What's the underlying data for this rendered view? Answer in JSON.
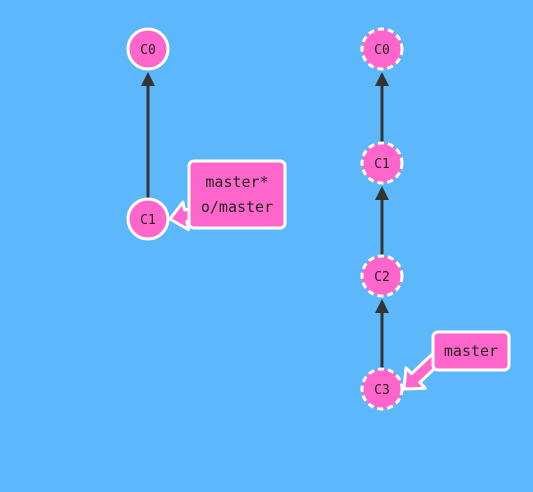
{
  "colors": {
    "background": "#5cb8fb",
    "commit_fill": "#ff66cc",
    "commit_stroke": "#ffffff",
    "edge": "#333333",
    "branch_fill": "#ff66cc",
    "branch_stroke": "#ffffff"
  },
  "local_repo": {
    "commits": [
      {
        "id": "C0",
        "label": "C0",
        "parent": null
      },
      {
        "id": "C1",
        "label": "C1",
        "parent": "C0"
      }
    ],
    "branches": [
      {
        "target": "C1",
        "labels": [
          "master*",
          "o/master"
        ]
      }
    ]
  },
  "remote_repo": {
    "commits": [
      {
        "id": "C0",
        "label": "C0",
        "parent": null,
        "dashed": true
      },
      {
        "id": "C1",
        "label": "C1",
        "parent": "C0",
        "dashed": true
      },
      {
        "id": "C2",
        "label": "C2",
        "parent": "C1",
        "dashed": true
      },
      {
        "id": "C3",
        "label": "C3",
        "parent": "C2",
        "dashed": true
      }
    ],
    "branches": [
      {
        "target": "C3",
        "labels": [
          "master"
        ]
      }
    ]
  }
}
